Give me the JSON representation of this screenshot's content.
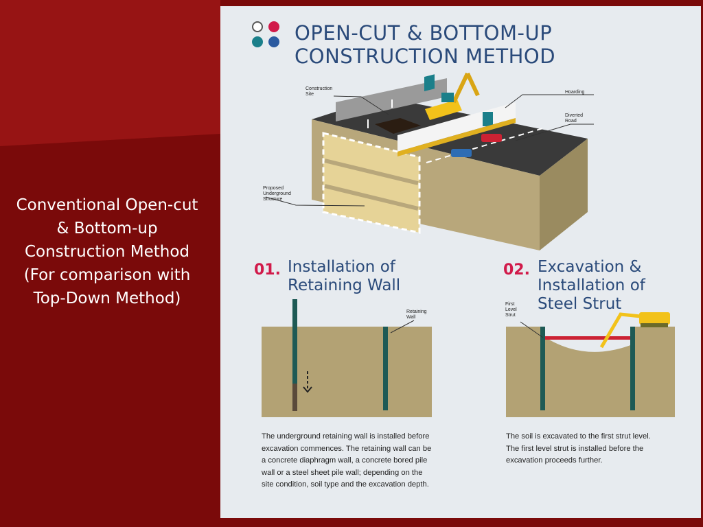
{
  "slide": {
    "caption_lines": [
      "Conventional Open-cut",
      "& Bottom-up",
      "Construction Method",
      "(For comparison with",
      "Top-Down Method)"
    ]
  },
  "infographic": {
    "title_line1": "OPEN-CUT & BOTTOM-UP",
    "title_line2": "CONSTRUCTION METHOD",
    "labels": {
      "construction_site": [
        "Construction",
        "Site"
      ],
      "hoarding": [
        "Hoarding"
      ],
      "diverted_road": [
        "Diverted",
        "Road"
      ],
      "proposed_structure": [
        "Proposed",
        "Underground",
        "Structure"
      ]
    },
    "step1": {
      "number": "01.",
      "title_line1": "Installation of",
      "title_line2": "Retaining Wall",
      "label": [
        "Retaining",
        "Wall"
      ],
      "description": [
        "The underground retaining wall is installed before",
        "excavation commences. The retaining wall can be",
        "a concrete diaphragm wall, a concrete bored pile",
        "wall or a steel sheet pile wall; depending on the",
        "site condition, soil type and the excavation depth."
      ]
    },
    "step2": {
      "number": "02.",
      "title_line1": "Excavation &",
      "title_line2": "Installation of",
      "title_line3": "Steel Strut",
      "label": [
        "First",
        "Level",
        "Strut"
      ],
      "description": [
        "The soil is excavated to the first strut level.",
        "The first level strut is installed before the",
        "excavation proceeds further."
      ]
    }
  },
  "colors": {
    "slide_bg": "#7a0a0a",
    "panel_bg": "#e7ebef",
    "title_blue": "#2a4a7a",
    "accent_red": "#d11a4a",
    "soil": "#b3a274",
    "wall_teal": "#1e5a55",
    "excavator_yellow": "#f2c21a"
  }
}
